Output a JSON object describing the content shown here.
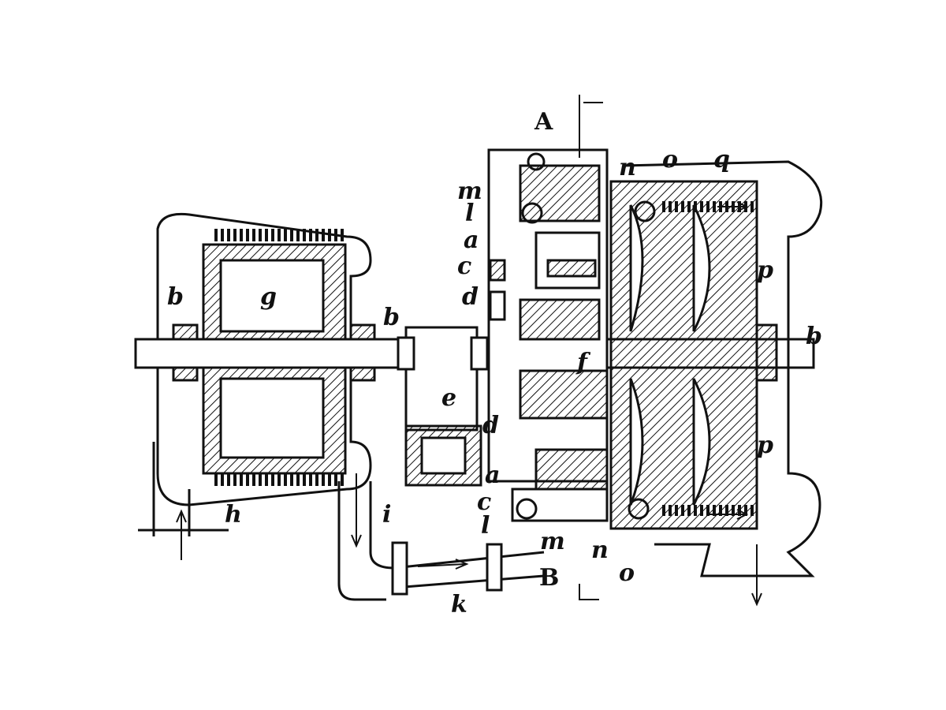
{
  "figure": {
    "section_marks": [
      "A",
      "B"
    ],
    "labels": {
      "A": "A",
      "B": "B",
      "a1": "a",
      "a2": "a",
      "b1": "b",
      "b2": "b",
      "b3": "b",
      "c1": "c",
      "c2": "c",
      "d1": "d",
      "d2": "d",
      "e": "e",
      "f": "f",
      "g": "g",
      "h": "h",
      "i": "i",
      "k": "k",
      "l1": "l",
      "l2": "l",
      "m1": "m",
      "m2": "m",
      "n1": "n",
      "n2": "n",
      "o1": "o",
      "o2": "o",
      "p1": "p",
      "p2": "p",
      "q": "q"
    },
    "ink_color": "#111111"
  }
}
